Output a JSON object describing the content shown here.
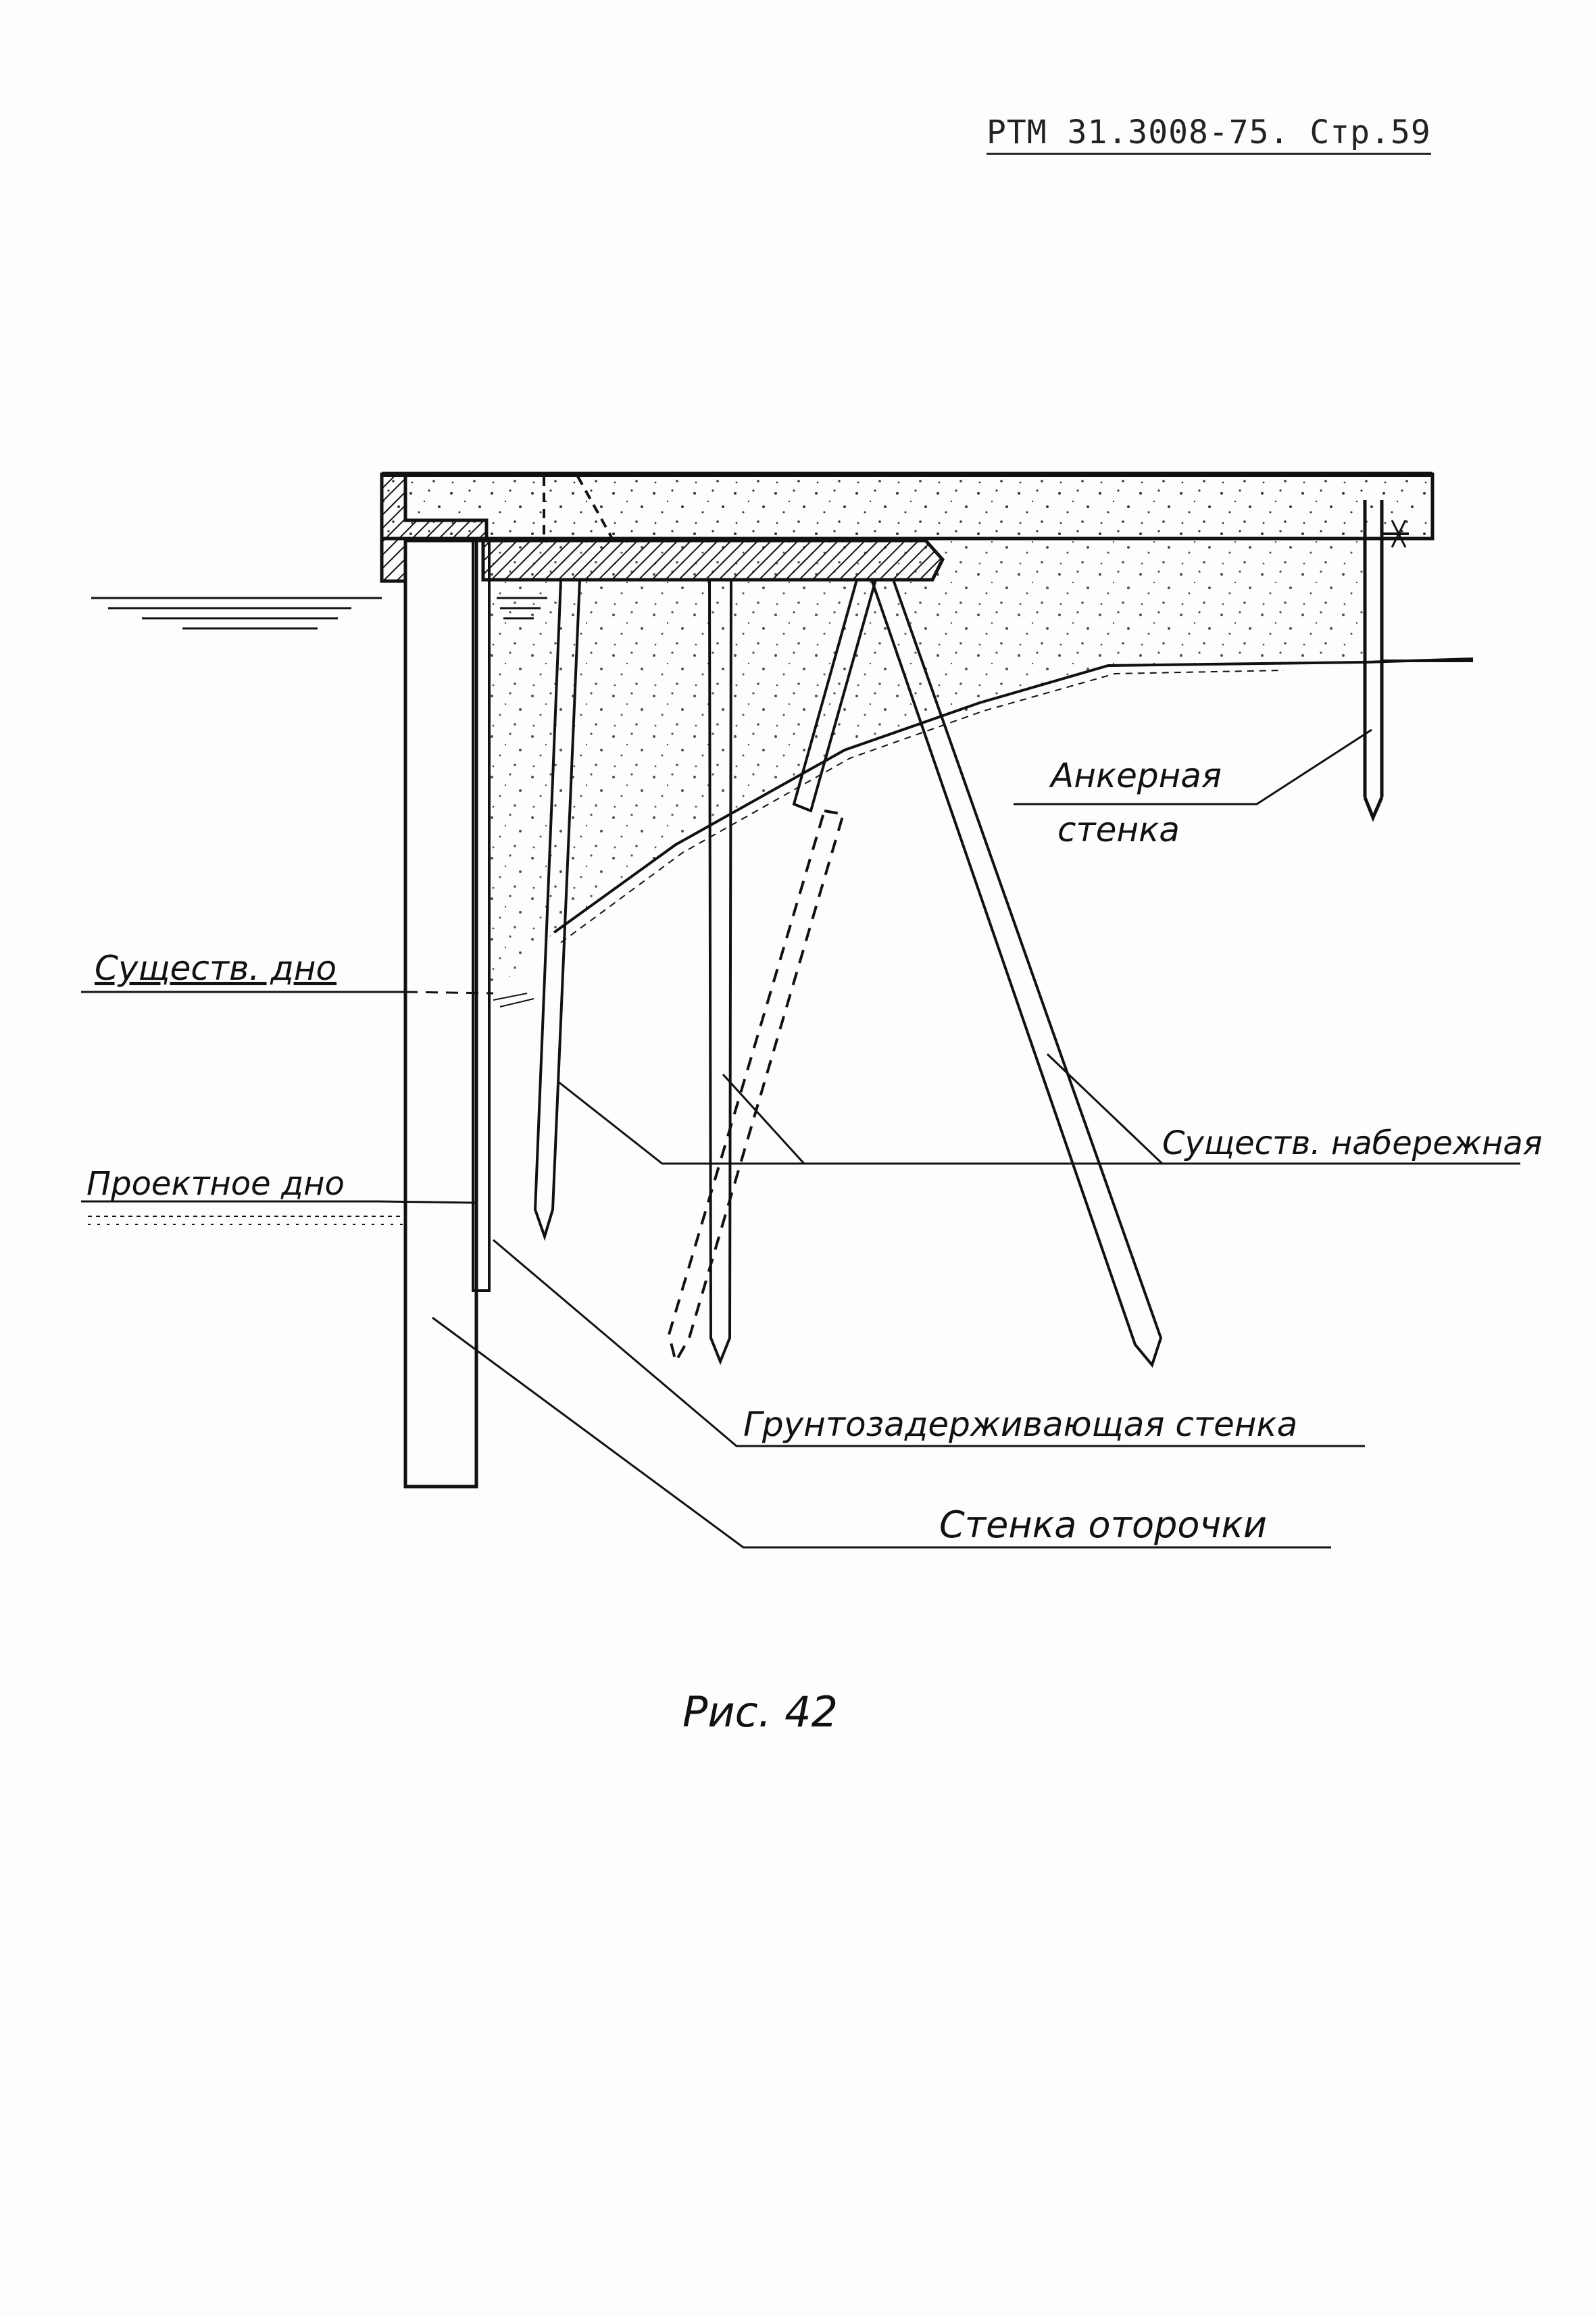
{
  "header": {
    "doc_ref": "РТМ 31.3008-75. Стр.59"
  },
  "labels": {
    "anchor_wall_line1": "Анкерная",
    "anchor_wall_line2": "стенка",
    "existing_bottom": "Существ. дно",
    "design_bottom": "Проектное дно",
    "existing_quay": "Существ. набережная",
    "retaining_wall": "Грунтозадерживающая стенка",
    "edging_wall": "Стенка оторочки"
  },
  "caption": "Рис. 42"
}
